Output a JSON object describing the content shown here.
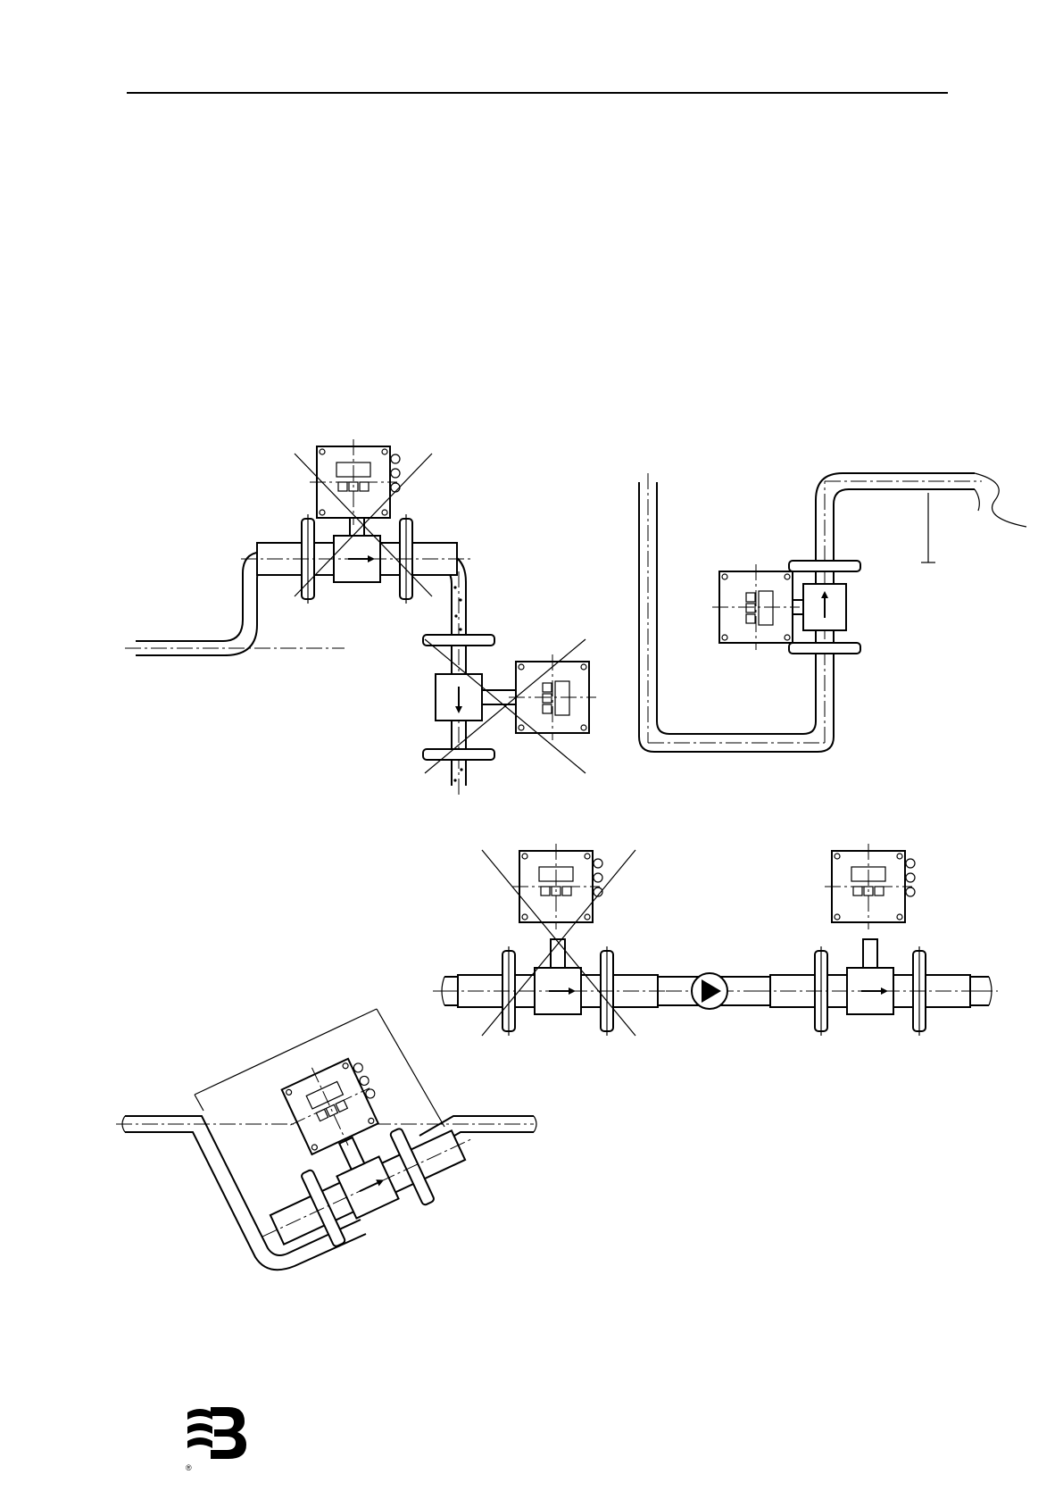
{
  "page": {
    "logo_icon": "danfoss-logo-icon",
    "registered_mark": "®"
  },
  "figures": [
    {
      "name": "figure-top-left",
      "status": "incorrect"
    },
    {
      "name": "figure-top-right",
      "status": "correct"
    },
    {
      "name": "figure-pump-incorrect",
      "status": "incorrect"
    },
    {
      "name": "figure-pump-correct",
      "status": "correct"
    },
    {
      "name": "figure-inclined",
      "status": "correct"
    }
  ],
  "colors": {
    "ink": "#000000",
    "paper": "#ffffff"
  }
}
